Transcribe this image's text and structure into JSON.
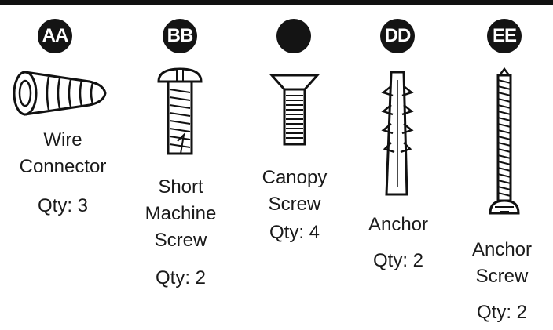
{
  "parts": [
    {
      "badge": "AA",
      "name_lines": [
        "Wire",
        "Connector"
      ],
      "qty": "Qty: 3"
    },
    {
      "badge": "BB",
      "name_lines": [
        "Short",
        "Machine",
        "Screw"
      ],
      "qty": "Qty: 2"
    },
    {
      "badge": "",
      "name_lines": [
        "Canopy",
        "Screw"
      ],
      "qty": "Qty: 4"
    },
    {
      "badge": "DD",
      "name_lines": [
        "Anchor"
      ],
      "qty": "Qty: 2"
    },
    {
      "badge": "EE",
      "name_lines": [
        "Anchor",
        "Screw"
      ],
      "qty": "Qty: 2"
    }
  ]
}
